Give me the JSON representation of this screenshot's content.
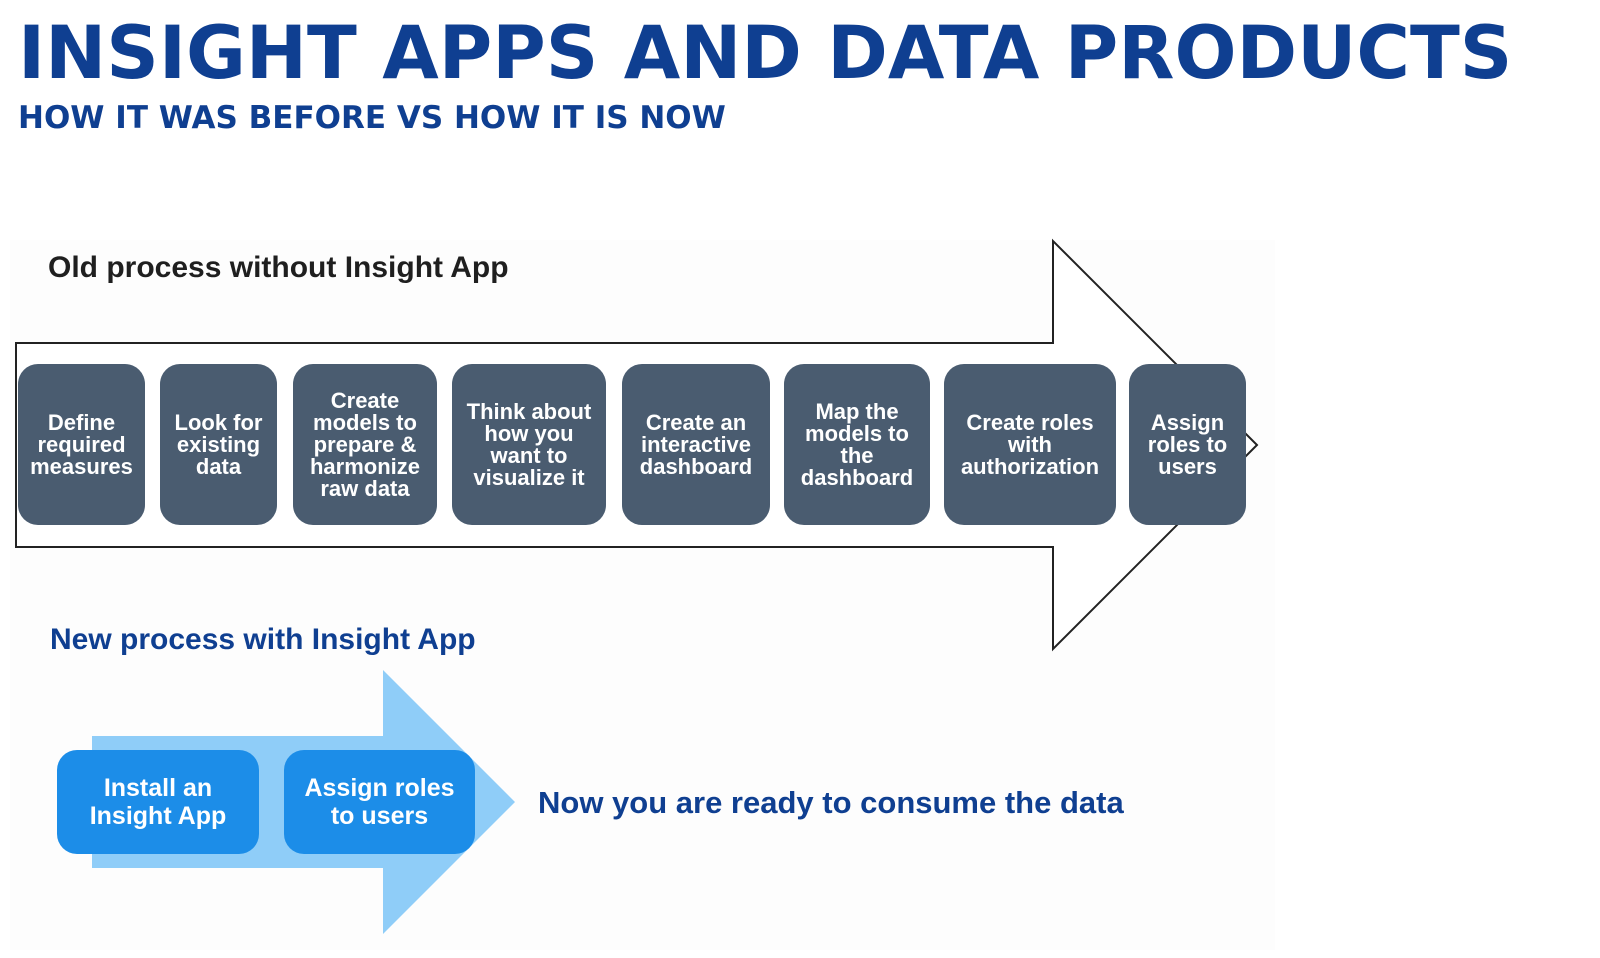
{
  "header": {
    "title": "INSIGHT APPS AND DATA PRODUCTS",
    "subtitle": "HOW IT WAS BEFORE VS HOW IT IS NOW"
  },
  "old_process": {
    "heading": "Old process without Insight App",
    "steps": [
      "Define\nrequired\nmeasures",
      "Look for\nexisting\ndata",
      "Create\nmodels to\nprepare &\nharmonize\nraw data",
      "Think about\nhow you\nwant to\nvisualize it",
      "Create an\ninteractive\ndashboard",
      "Map the\nmodels to\nthe\ndashboard",
      "Create roles\nwith\nauthorization",
      "Assign\nroles to\nusers"
    ]
  },
  "new_process": {
    "heading": "New process with Insight App",
    "steps": [
      "Install an\nInsight App",
      "Assign roles\nto users"
    ],
    "result": "Now you are ready to consume the data"
  },
  "colors": {
    "title": "#0f3f91",
    "old_step_fill": "#4a5c70",
    "new_step_fill": "#1c8de8",
    "new_arrow_fill": "#8fcdf8"
  }
}
